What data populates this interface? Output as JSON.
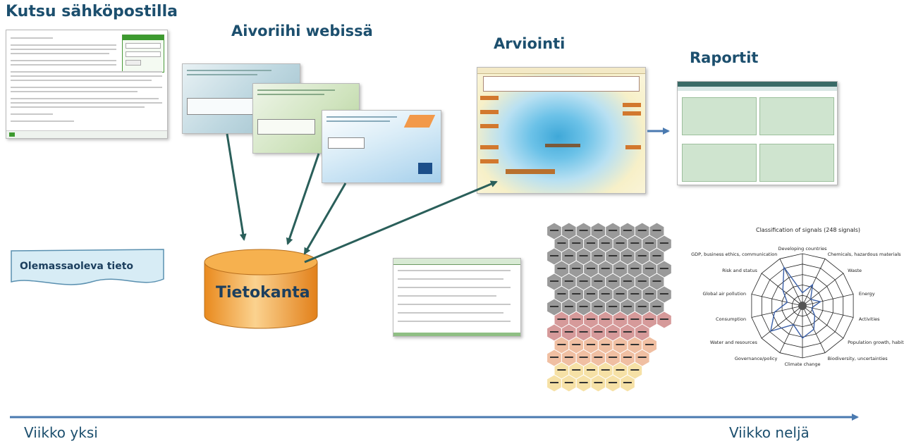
{
  "titles": {
    "invite": "Kutsu sähköpostilla",
    "brainstorm": "Aivoriihi webissä",
    "assessment": "Arviointi",
    "reports": "Raportit"
  },
  "existing_info": "Olemassaoleva tieto",
  "database": "Tietokanta",
  "timeline": {
    "start": "Viikko yksi",
    "end": "Viikko neljä"
  },
  "radar": {
    "title": "Classification of signals (248 signals)",
    "labels": [
      "Developing countries",
      "Chemicals, hazardous materials",
      "Waste",
      "Energy",
      "Activities",
      "Population growth, habitat",
      "Biodiversity, uncertainties",
      "Climate change",
      "Governance/policy",
      "Water and resources",
      "Consumption",
      "Global air pollution",
      "Risk and status",
      "GDP, business ethics, communication"
    ]
  },
  "colors": {
    "title": "#1c4f6e",
    "arrow": "#2a5f5a",
    "db_fill": "#f2a43a",
    "timeline": "#4a7ab0"
  }
}
